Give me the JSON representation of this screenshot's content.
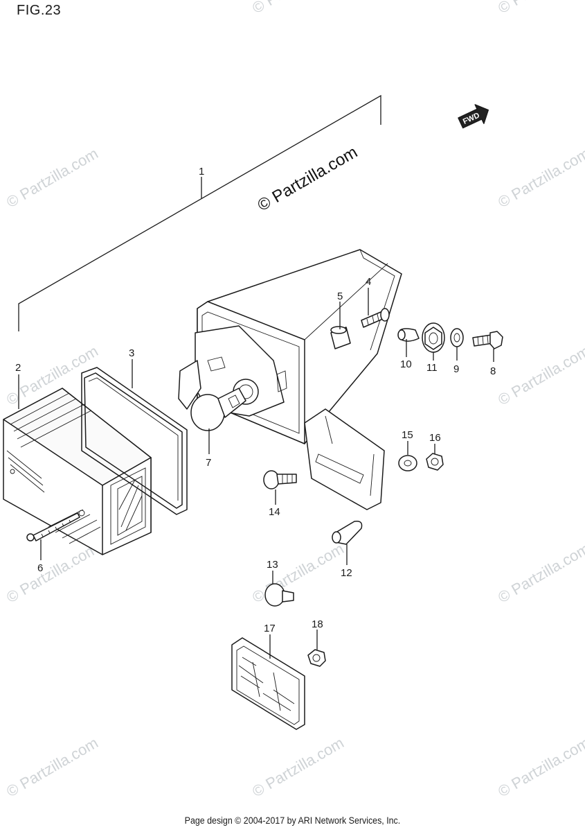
{
  "figure": {
    "title": "FIG.23"
  },
  "fwd_label": "FWD",
  "watermark_main": "© Partzilla.com",
  "watermark_repeat": "© Partzilla.com",
  "footer": "Page design © 2004-2017 by ARI Network Services, Inc.",
  "callouts": [
    {
      "id": "c1",
      "label": "1"
    },
    {
      "id": "c2",
      "label": "2"
    },
    {
      "id": "c3",
      "label": "3"
    },
    {
      "id": "c4",
      "label": "4"
    },
    {
      "id": "c5",
      "label": "5"
    },
    {
      "id": "c6",
      "label": "6"
    },
    {
      "id": "c7",
      "label": "7"
    },
    {
      "id": "c8",
      "label": "8"
    },
    {
      "id": "c9",
      "label": "9"
    },
    {
      "id": "c10",
      "label": "10"
    },
    {
      "id": "c11",
      "label": "11"
    },
    {
      "id": "c12",
      "label": "12"
    },
    {
      "id": "c13",
      "label": "13"
    },
    {
      "id": "c14",
      "label": "14"
    },
    {
      "id": "c15",
      "label": "15"
    },
    {
      "id": "c16",
      "label": "16"
    },
    {
      "id": "c17",
      "label": "17"
    },
    {
      "id": "c18",
      "label": "18"
    }
  ]
}
